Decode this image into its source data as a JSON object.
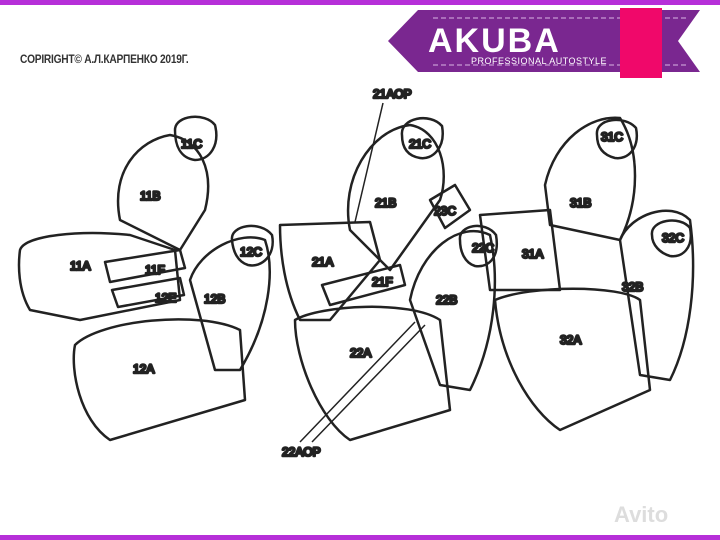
{
  "copyright": "COPIRIGHT© А.Л.КАРПЕНКО 2019Г.",
  "logo": {
    "title": "AKUBA",
    "subtitle": "PROFESSIONAL AUTOSTYLE",
    "color": "#7a2790",
    "accent": "#f0086a"
  },
  "watermark": "Avito",
  "labels": {
    "l11C": "11C",
    "l11B": "11B",
    "l11A": "11A",
    "l11F": "11F",
    "l12E": "12E",
    "l12C": "12C",
    "l12B": "12B",
    "l12A": "12A",
    "l21AOP": "21AOP",
    "l21C": "21C",
    "l21B": "21B",
    "l23C": "23C",
    "l21A": "21A",
    "l21F": "21F",
    "l22C": "22C",
    "l22B": "22B",
    "l22A": "22A",
    "l22AOP": "22AOP",
    "l31C": "31C",
    "l31B": "31B",
    "l31A": "31A",
    "l32C": "32C",
    "l32B": "32B",
    "l32A": "32A"
  }
}
